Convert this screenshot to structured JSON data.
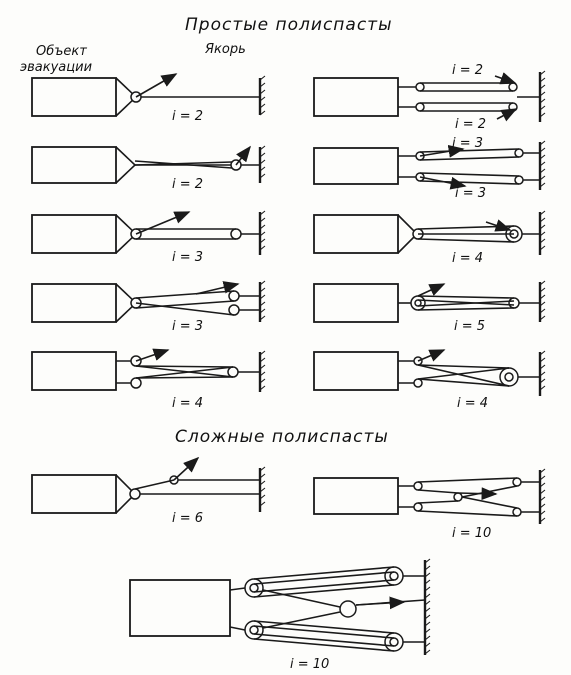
{
  "headings": {
    "simple": "Простые полиспасты",
    "complex": "Сложные полиспасты"
  },
  "labels": {
    "object_line1": "Объект",
    "object_line2": "эвакуации",
    "anchor": "Якорь"
  },
  "ratios": [
    "i = 2",
    "i = 2",
    "i = 2",
    "i = 3",
    "i = 2",
    "i = 3",
    "i = 3",
    "i = 3",
    "i = 4",
    "i = 4",
    "i = 5",
    "i = 4",
    "i = 6",
    "i = 10"
  ]
}
